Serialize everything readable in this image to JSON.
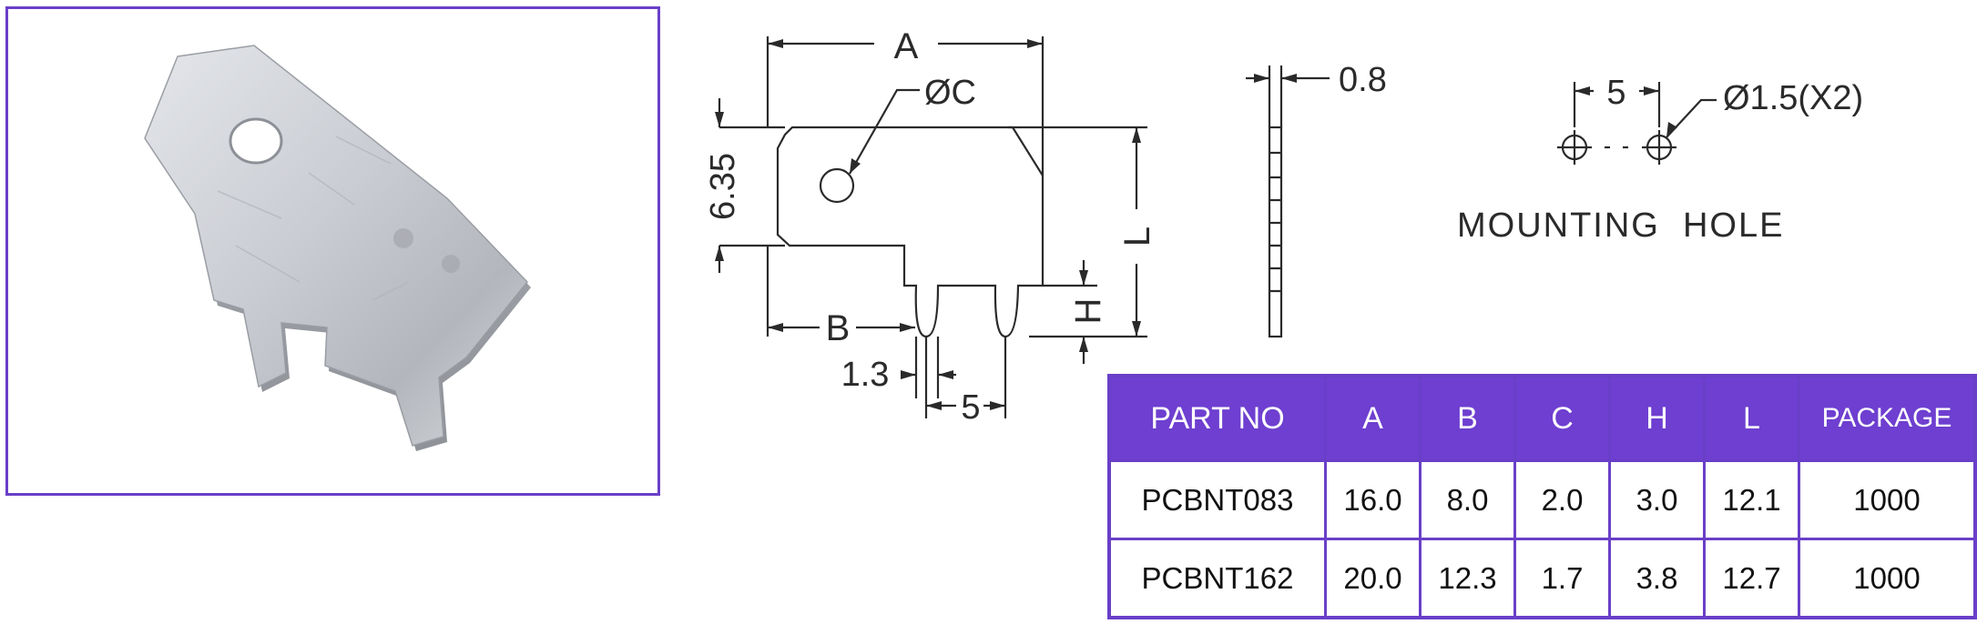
{
  "drawing": {
    "dim_A": "A",
    "dim_B": "B",
    "dim_C": "ØC",
    "dim_L": "L",
    "dim_H": "H",
    "dim_height": "6.35",
    "dim_pin_width": "1.3",
    "dim_pin_pitch": "5",
    "dim_thickness": "0.8",
    "hole_pitch": "5",
    "hole_diameter": "Ø1.5(X2)",
    "mounting_hole_label": "MOUNTING  HOLE"
  },
  "table": {
    "headers": [
      "PART NO",
      "A",
      "B",
      "C",
      "H",
      "L",
      "PACKAGE"
    ],
    "rows": [
      [
        "PCBNT083",
        "16.0",
        "8.0",
        "2.0",
        "3.0",
        "12.1",
        "1000"
      ],
      [
        "PCBNT162",
        "20.0",
        "12.3",
        "1.7",
        "3.8",
        "12.7",
        "1000"
      ]
    ]
  },
  "colors": {
    "accent": "#6e3fd0",
    "line": "#2a2a2a"
  }
}
